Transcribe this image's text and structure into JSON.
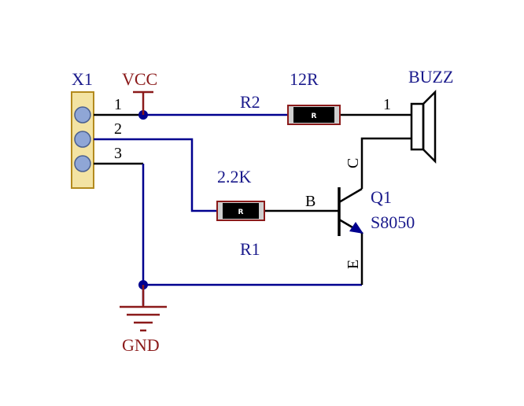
{
  "colors": {
    "wire": "#00008f",
    "label_blue": "#1a1a8c",
    "label_red": "#8b1a1a",
    "pin_black": "#000000",
    "connector_fill": "#f3e3a3",
    "connector_border": "#b38a1e",
    "pad": "#8fa6d6"
  },
  "labels": {
    "connector_ref": "X1",
    "vcc": "VCC",
    "gnd": "GND",
    "r2_value": "12R",
    "r2_ref": "R2",
    "r1_value": "2.2K",
    "r1_ref": "R1",
    "buzzer_ref": "BUZZ",
    "buzzer_pin": "1",
    "transistor_ref": "Q1",
    "transistor_part": "S8050",
    "pin_b": "B",
    "pin_c": "C",
    "pin_e": "E"
  },
  "connector_pins": [
    "1",
    "2",
    "3"
  ],
  "resistor_mark": "R"
}
